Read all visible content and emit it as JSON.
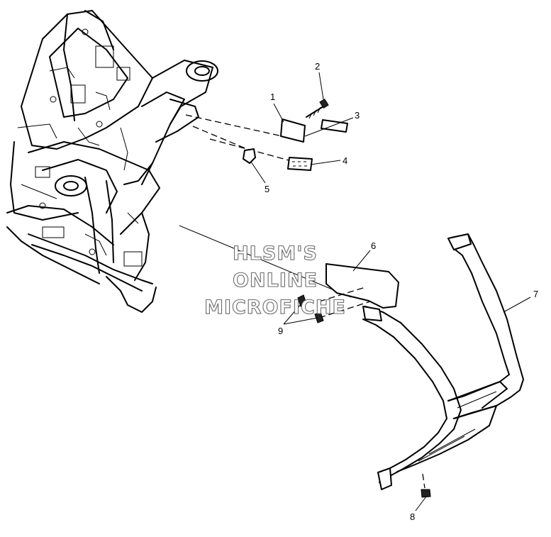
{
  "watermark": {
    "line1": "HLSM'S",
    "line2": "ONLINE",
    "line3": "MICROFICHE"
  },
  "callouts": [
    "1",
    "2",
    "3",
    "4",
    "5",
    "6",
    "7",
    "8",
    "9"
  ]
}
